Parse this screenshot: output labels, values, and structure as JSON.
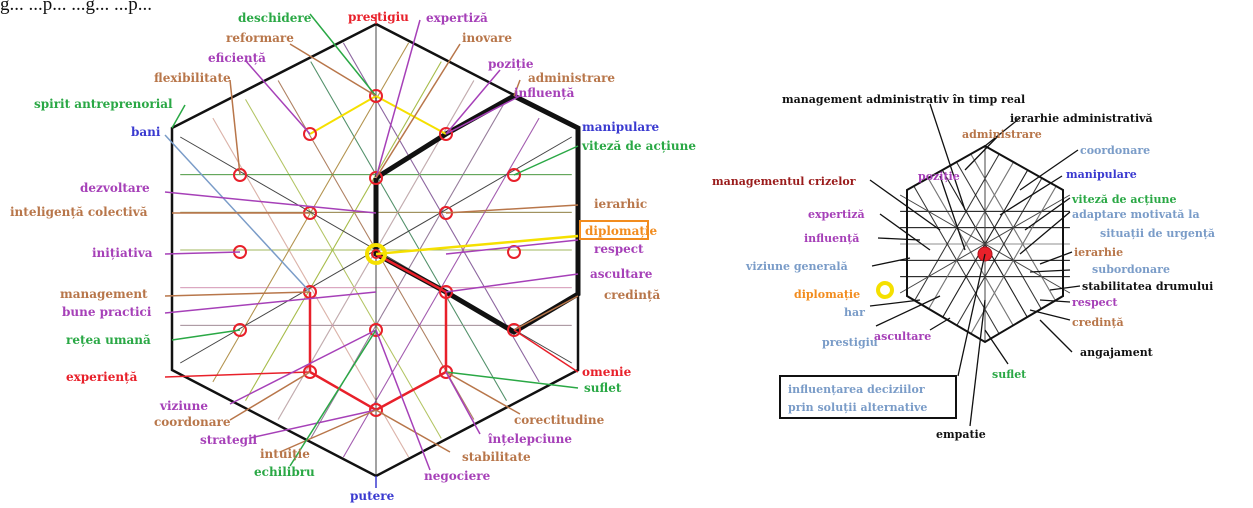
{
  "header_fragment": "g... ...p... ...g... ...p...",
  "colors": {
    "black": "#111111",
    "red": "#e8202a",
    "brown": "#b8764a",
    "green": "#2aa845",
    "purple": "#a640b8",
    "blue": "#3a3ad0",
    "lightblue": "#7a9cc8",
    "orange": "#f28c1e",
    "yellow": "#f5e000",
    "lime": "#9ad03a",
    "pink": "#f0a0c8",
    "grey": "#888888",
    "darkred": "#9a1c1c"
  },
  "left_diagram": {
    "labels": {
      "prestigiu": "prestigiu",
      "expertiza": "expertiză",
      "deschidere": "deschidere",
      "reformare": "reformare",
      "inovare": "inovare",
      "eficienta": "eficiență",
      "pozitie": "poziție",
      "flexibilitate": "flexibilitate",
      "administrare": "administrare",
      "influenta": "influență",
      "spirit": "spirit antreprenorial",
      "bani": "bani",
      "manipulare": "manipulare",
      "viteza": "viteză de acțiune",
      "dezvoltare": "dezvoltare",
      "inteligenta": "inteligență colectivă",
      "ierarhic": "ierarhic",
      "diplomatie": "diplomație",
      "initiativa": "inițiativa",
      "respect": "respect",
      "ascultare": "ascultare",
      "management": "management",
      "bune": "bune practici",
      "credinta": "credință",
      "retea": "rețea umană",
      "experienta": "experiență",
      "omenie": "omenie",
      "suflet": "suflet",
      "viziune": "viziune",
      "coordonare": "coordonare",
      "corectitudine": "corectitudine",
      "strategii": "strategii",
      "intelepciune": "înțelepciune",
      "intuitie": "intuiție",
      "stabilitate": "stabilitate",
      "echilibru": "echilibru",
      "negociere": "negociere",
      "putere": "putere"
    }
  },
  "right_diagram": {
    "labels": {
      "mgmt_admin": "management administrativ în timp real",
      "ierarhie_admin": "ierarhie administrativă",
      "administrare": "administrare",
      "coordonare": "coordonare",
      "manipulare": "manipulare",
      "crize": "managementul crizelor",
      "pozitie": "poziție",
      "viteza": "viteză de acțiune",
      "adaptare1": "adaptare motivată la",
      "adaptare2": "situații de urgență",
      "expertiza": "expertiză",
      "influenta": "influență",
      "ierarhie": "ierarhie",
      "viziune": "viziune generală",
      "subordonare": "subordonare",
      "stabilitatea": "stabilitatea drumului",
      "diplomatie": "diplomație",
      "bar": "har",
      "respect": "respect",
      "credinta": "credință",
      "prestigiu": "prestigiu",
      "ascultare": "ascultare",
      "angajament": "angajament",
      "suflet": "suflet",
      "influentarea1": "influențarea deciziilor",
      "influentarea2": "prin soluții alternative",
      "empatie": "empatie"
    }
  }
}
